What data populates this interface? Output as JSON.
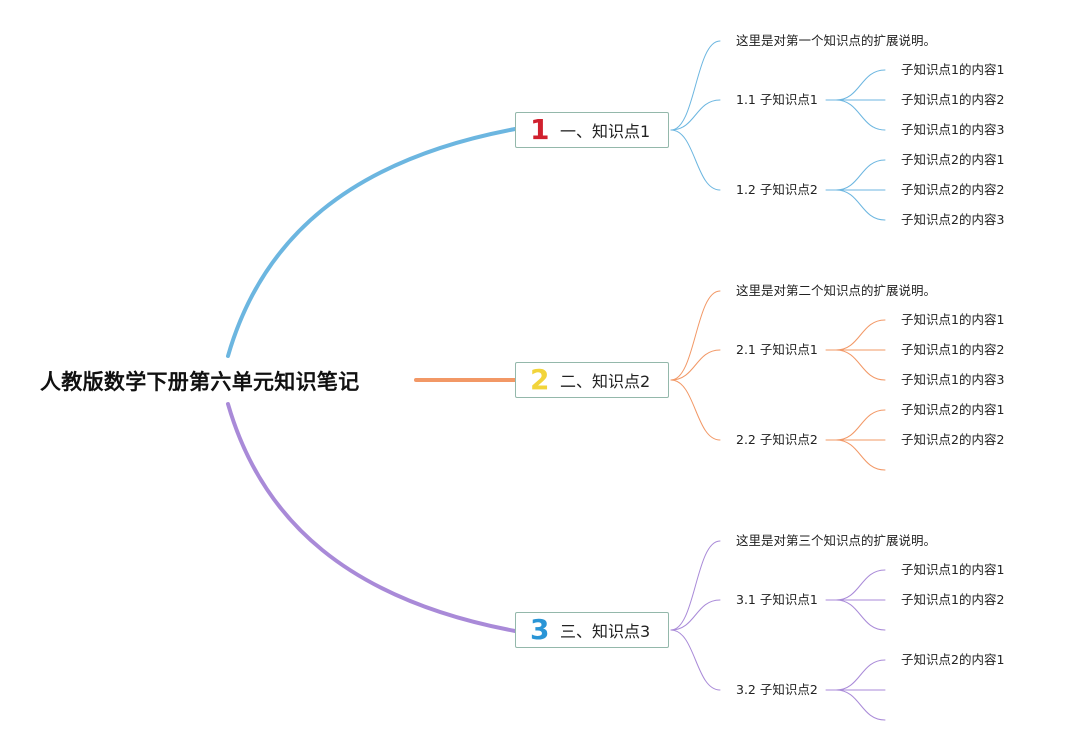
{
  "root": {
    "title": "人教版数学下册第六单元知识笔记"
  },
  "branches": [
    {
      "number": "1",
      "label": "一、知识点1",
      "color": "#6cb6e0",
      "num_color": "#d0202e",
      "note": "这里是对第一个知识点的扩展说明。",
      "subs": [
        {
          "label": "1.1 子知识点1",
          "leaves": [
            "子知识点1的内容1",
            "子知识点1的内容2",
            "子知识点1的内容3"
          ]
        },
        {
          "label": "1.2 子知识点2",
          "leaves": [
            "子知识点2的内容1",
            "子知识点2的内容2",
            "子知识点2的内容3"
          ]
        }
      ]
    },
    {
      "number": "2",
      "label": "二、知识点2",
      "color": "#f29866",
      "num_color": "#f2d43a",
      "note": "这里是对第二个知识点的扩展说明。",
      "subs": [
        {
          "label": "2.1 子知识点1",
          "leaves": [
            "子知识点1的内容1",
            "子知识点1的内容2",
            "子知识点1的内容3"
          ]
        },
        {
          "label": "2.2 子知识点2",
          "leaves": [
            "子知识点2的内容1",
            "子知识点2的内容2",
            ""
          ]
        }
      ]
    },
    {
      "number": "3",
      "label": "三、知识点3",
      "color": "#a98ad8",
      "num_color": "#2a95d6",
      "note": "这里是对第三个知识点的扩展说明。",
      "subs": [
        {
          "label": "3.1 子知识点1",
          "leaves": [
            "子知识点1的内容1",
            "子知识点1的内容2",
            ""
          ]
        },
        {
          "label": "3.2 子知识点2",
          "leaves": [
            "子知识点2的内容1",
            "",
            ""
          ]
        }
      ]
    }
  ]
}
